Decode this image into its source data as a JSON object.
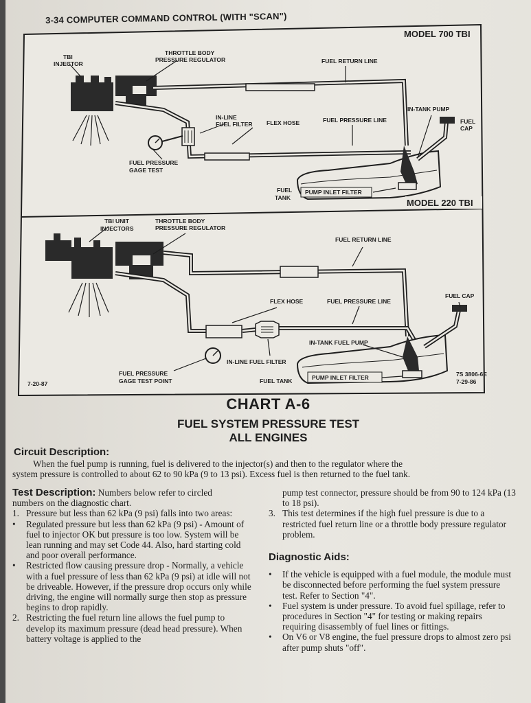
{
  "header": "3-34 COMPUTER COMMAND CONTROL (WITH \"SCAN\")",
  "diagram700": {
    "model": "MODEL 700 TBI",
    "tbi_injector_1": "TBI",
    "tbi_injector_2": "INJECTOR",
    "regulator_1": "THROTTLE BODY",
    "regulator_2": "PRESSURE REGULATOR",
    "return_line": "FUEL RETURN LINE",
    "inline_filter_1": "IN-LINE",
    "inline_filter_2": "FUEL FILTER",
    "flex_hose": "FLEX HOSE",
    "pressure_line": "FUEL PRESSURE LINE",
    "in_tank_pump": "IN-TANK PUMP",
    "fuel_cap_1": "FUEL",
    "fuel_cap_2": "CAP",
    "gage_1": "FUEL PRESSURE",
    "gage_2": "GAGE TEST",
    "fuel_tank_1": "FUEL",
    "fuel_tank_2": "TANK",
    "pump_inlet_filter": "PUMP INLET FILTER"
  },
  "diagram220": {
    "model": "MODEL 220 TBI",
    "tbi_unit_1": "TBI UNIT",
    "tbi_unit_2": "INJECTORS",
    "regulator_1": "THROTTLE BODY",
    "regulator_2": "PRESSURE REGULATOR",
    "return_line": "FUEL RETURN LINE",
    "fuel_cap": "FUEL CAP",
    "flex_hose": "FLEX HOSE",
    "pressure_line": "FUEL PRESSURE LINE",
    "in_tank_pump": "IN-TANK FUEL PUMP",
    "inline_filter": "IN-LINE FUEL FILTER",
    "gage_1": "FUEL PRESSURE",
    "gage_2": "GAGE TEST POINT",
    "fuel_tank": "FUEL TANK",
    "pump_inlet_filter": "PUMP INLET FILTER",
    "date_left": "7-20-87",
    "ref_1": "7S 3806-6E",
    "ref_2": "7-29-86"
  },
  "chart": {
    "title": "CHART A-6",
    "subtitle_1": "FUEL SYSTEM PRESSURE TEST",
    "subtitle_2": "ALL ENGINES"
  },
  "circuit": {
    "heading": "Circuit Description:",
    "line1": "When the fuel pump is running, fuel is delivered to the injector(s) and then to the regulator where the",
    "line2": "system pressure is controlled to about 62 to 90 kPa (9 to 13 psi). Excess fuel is then returned to the fuel tank."
  },
  "test": {
    "heading": "Test Description:",
    "intro_1": "Numbers below refer to circled",
    "intro_2": "numbers on the diagnostic chart.",
    "item1_num": "1.",
    "item1": "Pressure but less than 62 kPa (9 psi) falls into two areas:",
    "bullet1": "Regulated pressure but less than 62 kPa (9 psi) - Amount of fuel to injector OK but pressure is too low. System will be lean running and may set Code 44. Also, hard starting cold and poor overall performance.",
    "bullet2": "Restricted flow causing pressure drop - Normally, a vehicle with a fuel pressure of less than 62 kPa (9 psi) at idle will not be driveable. However, if the pressure drop occurs only while driving, the engine will normally surge then stop as pressure begins to drop rapidly.",
    "item2_num": "2.",
    "item2": "Restricting the fuel return line allows the fuel pump to develop its maximum pressure (dead head pressure). When battery voltage is applied to the",
    "item2_cont": "pump test connector, pressure should be from 90 to 124 kPa (13 to 18 psi).",
    "item3_num": "3.",
    "item3": "This test determines if the high fuel pressure is due to a restricted fuel return line or a throttle body pressure regulator problem."
  },
  "aids": {
    "heading": "Diagnostic Aids:",
    "bullet1": "If the vehicle is equipped with a fuel module, the module must be disconnected before performing the fuel system pressure test. Refer to Section \"4\".",
    "bullet2": "Fuel system is under pressure. To avoid fuel spillage, refer to procedures in Section \"4\" for testing or making repairs requiring disassembly of fuel lines or fittings.",
    "bullet3": "On V6 or V8 engine, the fuel pressure drops to almost zero psi after pump shuts \"off\"."
  },
  "bullet_char": "•"
}
